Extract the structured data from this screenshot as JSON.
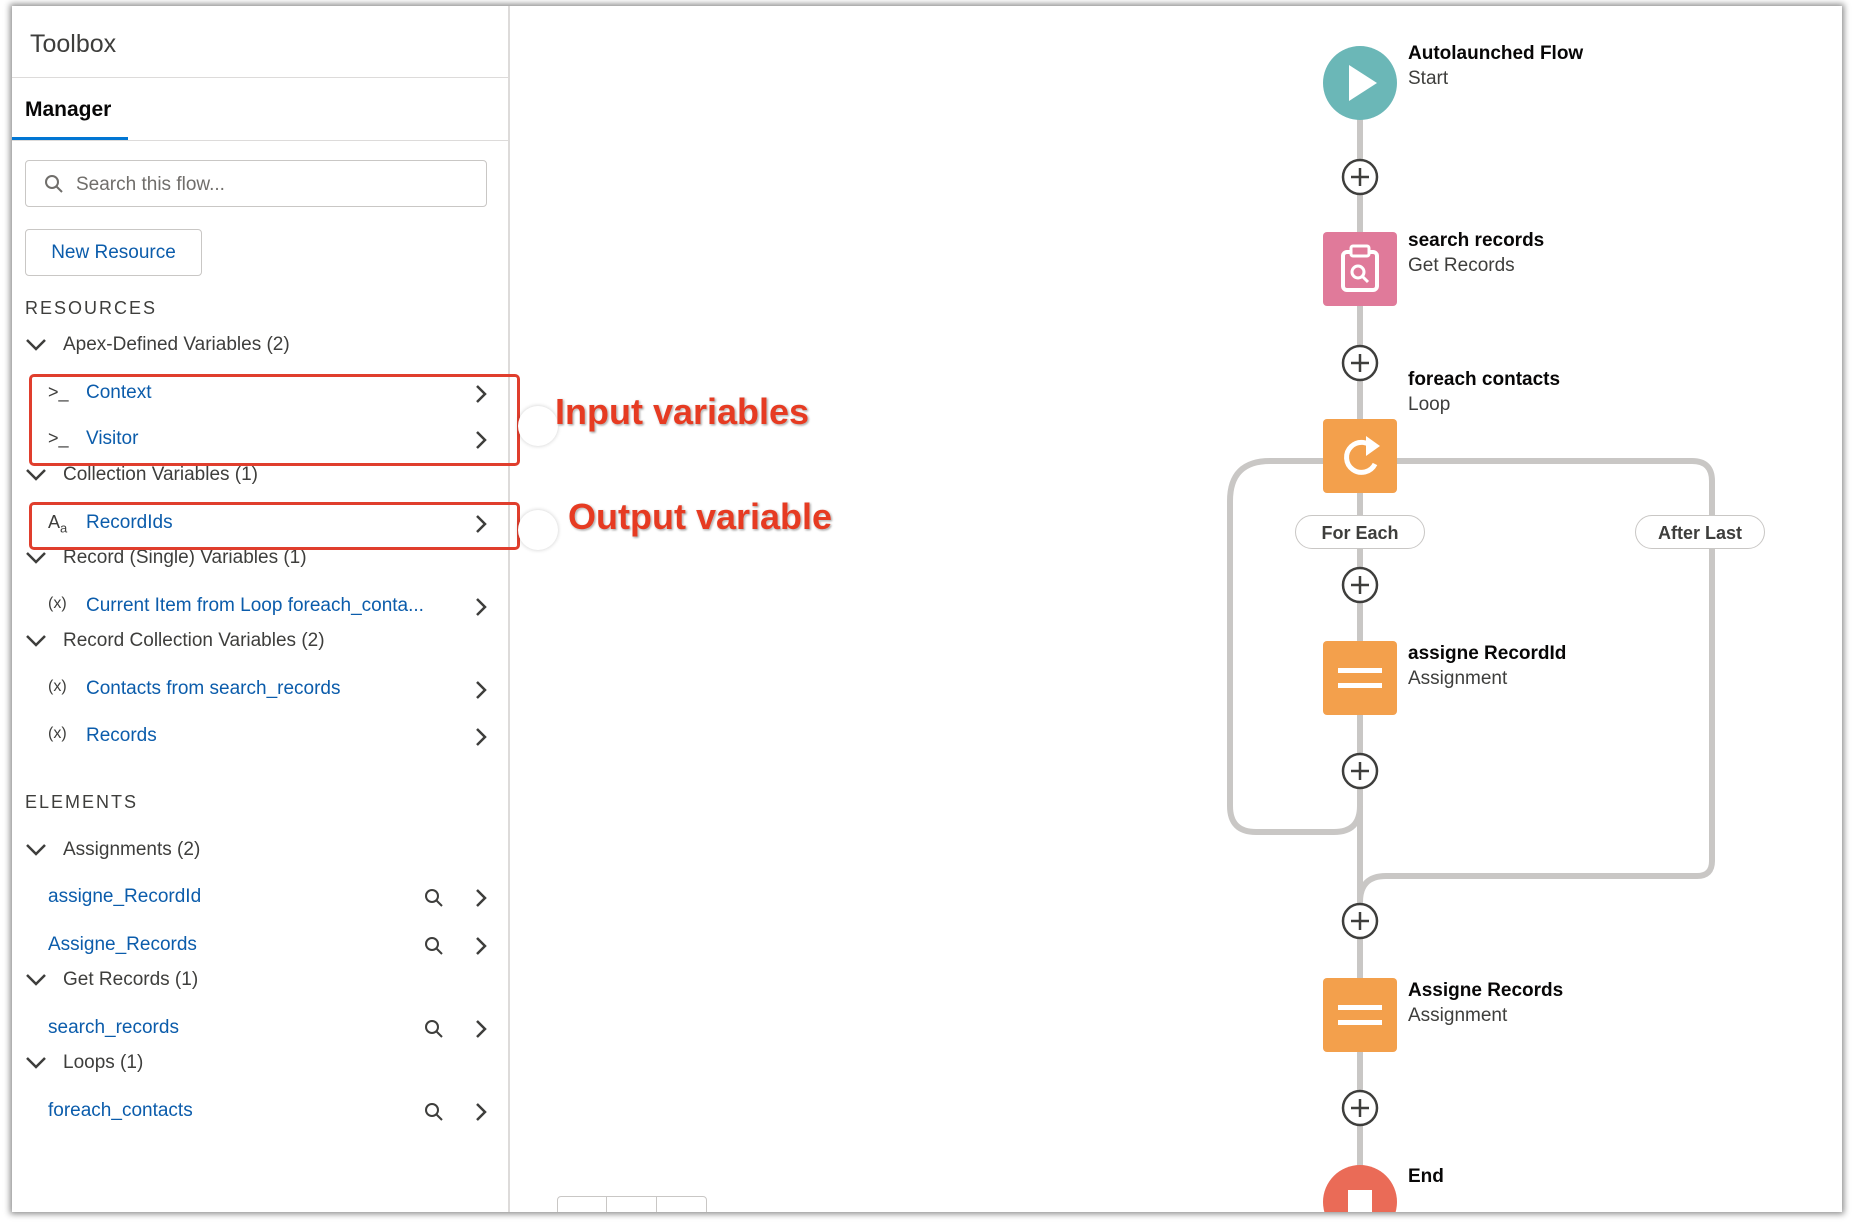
{
  "toolbox": {
    "title": "Toolbox",
    "tab": "Manager",
    "search_placeholder": "Search this flow...",
    "new_resource": "New Resource",
    "resources_label": "RESOURCES",
    "elements_label": "ELEMENTS",
    "groups": {
      "apex": "Apex-Defined Variables (2)",
      "collection": "Collection Variables (1)",
      "record_single": "Record (Single) Variables (1)",
      "record_collection": "Record Collection Variables (2)",
      "assignments": "Assignments (2)",
      "get_records": "Get Records (1)",
      "loops": "Loops (1)"
    },
    "items": {
      "context": "Context",
      "visitor": "Visitor",
      "record_ids": "RecordIds",
      "current_item": "Current Item from Loop foreach_conta...",
      "contacts": "Contacts from search_records",
      "records": "Records"
    },
    "elements": {
      "assigne_recordid": "assigne_RecordId",
      "assigne_records": "Assigne_Records",
      "search_records": "search_records",
      "foreach_contacts": "foreach_contacts"
    }
  },
  "annotations": {
    "input": "Input variables",
    "output": "Output variable"
  },
  "flow": {
    "start": {
      "title": "Autolaunched Flow",
      "sub": "Start"
    },
    "get_records": {
      "title": "search records",
      "sub": "Get Records"
    },
    "loop": {
      "title": "foreach contacts",
      "sub": "Loop"
    },
    "for_each": "For Each",
    "after_last": "After Last",
    "assign1": {
      "title": "assigne RecordId",
      "sub": "Assignment"
    },
    "assign2": {
      "title": "Assigne Records",
      "sub": "Assignment"
    },
    "end": {
      "title": "End"
    }
  },
  "colors": {
    "start": "#6bb7b7",
    "get_records": "#e07a9a",
    "loop_assign": "#f3a04c",
    "end": "#ea6b57",
    "link": "#0b5cab",
    "annotation": "#e63b22"
  }
}
